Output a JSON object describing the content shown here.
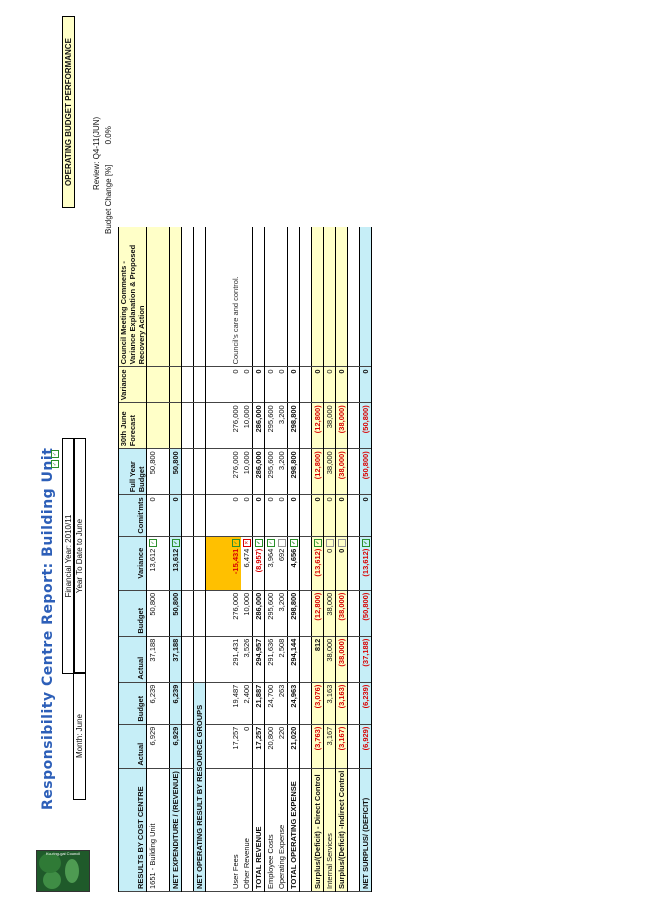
{
  "report": {
    "title": "Responsibility Centre Report: Building Unit",
    "review": "Review: Q4-11(JUN)",
    "budget_change_label": "Budget Change [%]",
    "budget_change_value": "0.0%",
    "financial_year": "Financial Year: 2010/11",
    "month": "Month: June",
    "ytd": "Year To Date to June",
    "section_title": "OPERATING BUDGET PERFORMANCE",
    "logo_text": "Ku-ring-gai Council"
  },
  "columns": {
    "label": "RESULTS BY COST CENTRE",
    "actual": "Actual",
    "budget": "Budget",
    "ytd_actual": "Actual",
    "ytd_budget": "Budget",
    "variance": "Variance",
    "commitments": "Comit'mts",
    "full_year_budget": "Full Year Budget",
    "forecast": "30th June Forecast",
    "fc_variance": "Variance",
    "comments": "Council Meeting Comments - Variance Explanation & Proposed Recovery Action"
  },
  "cost_centre": {
    "name": "1651 - Building Unit",
    "month_actual": "6,929",
    "month_budget": "6,239",
    "ytd_actual": "37,188",
    "ytd_budget": "50,800",
    "variance": "13,612",
    "commitments": "0",
    "full_year_budget": "50,800"
  },
  "net_expenditure": {
    "label": "NET EXPENDITURE / (REVENUE)",
    "month_actual": "6,929",
    "month_budget": "6,239",
    "ytd_actual": "37,188",
    "ytd_budget": "50,800",
    "variance": "13,612",
    "commitments": "0",
    "full_year_budget": "50,800"
  },
  "resource_heading": "NET OPERATING RESULT BY RESOURCE GROUPS",
  "rows": [
    {
      "label": "User Fees",
      "ma": "17,257",
      "mb": "19,487",
      "ya": "291,431",
      "yb": "276,000",
      "v": "-15,431",
      "vneg": true,
      "chk": "ok",
      "c": "0",
      "fy": "276,000",
      "fc": "276,000",
      "fv": "0",
      "note": "Income from Construction Certificate fees was marginally higher than forecast. This was mainly due to the referral of a large multi-occupancy development to Council's care and control."
    },
    {
      "label": "Other Revenue",
      "ma": "0",
      "mb": "2,400",
      "ya": "3,526",
      "yb": "10,000",
      "v": "6,474",
      "vneg": false,
      "chk": "bad",
      "c": "0",
      "fy": "10,000",
      "fc": "10,000",
      "fv": "0",
      "note": ""
    },
    {
      "label": "TOTAL REVENUE",
      "ma": "17,257",
      "mb": "21,887",
      "ya": "294,957",
      "yb": "286,000",
      "v": "(8,957)",
      "vneg": true,
      "chk": "ok",
      "c": "0",
      "fy": "286,000",
      "fc": "286,000",
      "fv": "0",
      "note": "",
      "bold": true
    },
    {
      "label": "Employee Costs",
      "ma": "20,800",
      "mb": "24,700",
      "ya": "291,636",
      "yb": "295,600",
      "v": "3,964",
      "vneg": false,
      "chk": "ok",
      "c": "0",
      "fy": "295,600",
      "fc": "295,600",
      "fv": "0",
      "note": ""
    },
    {
      "label": "Operating Expense",
      "ma": "220",
      "mb": "263",
      "ya": "2,508",
      "yb": "3,200",
      "v": "692",
      "vneg": false,
      "chk": "grey",
      "c": "0",
      "fy": "3,200",
      "fc": "3,200",
      "fv": "0",
      "note": ""
    },
    {
      "label": "TOTAL OPERATING EXPENSE",
      "ma": "21,020",
      "mb": "24,963",
      "ya": "294,144",
      "yb": "298,800",
      "v": "4,656",
      "vneg": false,
      "chk": "ok",
      "c": "0",
      "fy": "298,800",
      "fc": "298,800",
      "fv": "0",
      "note": "",
      "bold": true
    }
  ],
  "surplus_rows": [
    {
      "label": "Surplus/(Deficit) - Direct Control",
      "ma": "(3,763)",
      "mb": "(3,076)",
      "ya": "812",
      "yb": "(12,800)",
      "v": "(13,612)",
      "chk": "ok",
      "c": "0",
      "fy": "(12,800)",
      "fc": "(12,800)",
      "fv": "0",
      "bold": true
    },
    {
      "label": "Internal Services",
      "ma": "3,167",
      "mb": "3,163",
      "ya": "38,000",
      "yb": "38,000",
      "v": "0",
      "chk": "grey",
      "c": "0",
      "fy": "38,000",
      "fc": "38,000",
      "fv": "0"
    },
    {
      "label": "Surplus/(Deficit) -Indirect Control",
      "ma": "(3,167)",
      "mb": "(3,163)",
      "ya": "(38,000)",
      "yb": "(38,000)",
      "v": "0",
      "chk": "grey",
      "c": "0",
      "fy": "(38,000)",
      "fc": "(38,000)",
      "fv": "0",
      "bold": true
    }
  ],
  "net_surplus": {
    "label": "NET SURPLUS/ (DEFICIT)",
    "ma": "(6,929)",
    "mb": "(6,239)",
    "ya": "(37,188)",
    "yb": "(50,800)",
    "v": "(13,612)",
    "c": "0",
    "fy": "(50,800)",
    "fc": "(50,800)",
    "fv": "0"
  }
}
